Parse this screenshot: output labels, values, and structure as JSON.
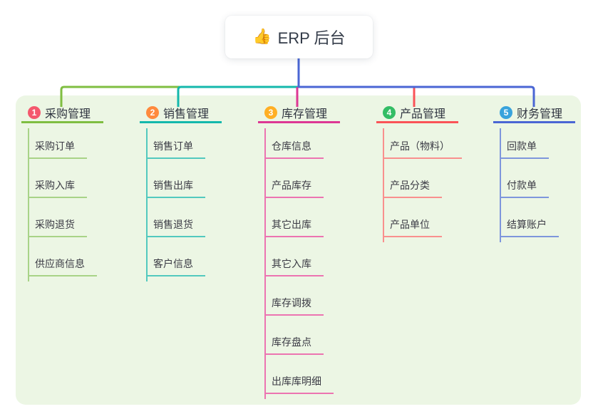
{
  "root": {
    "emoji": "👍",
    "label": "ERP 后台"
  },
  "colors": {
    "panel_background": "#ecf6e4",
    "root_connector": "#4a66d4",
    "text_dark": "#2f3440"
  },
  "branches": [
    {
      "number": "1",
      "label": "采购管理",
      "line_color": "#7fbe41",
      "badge_color": "#f4586d",
      "child_line_color": "#a8d387",
      "children": [
        "采购订单",
        "采购入库",
        "采购退货",
        "供应商信息"
      ]
    },
    {
      "number": "2",
      "label": "销售管理",
      "line_color": "#14b8ac",
      "badge_color": "#ff8a3d",
      "child_line_color": "#52c9be",
      "children": [
        "销售订单",
        "销售出库",
        "销售退货",
        "客户信息"
      ]
    },
    {
      "number": "3",
      "label": "库存管理",
      "line_color": "#dd3794",
      "badge_color": "#ffaf24",
      "child_line_color": "#ec74b1",
      "children": [
        "仓库信息",
        "产品库存",
        "其它出库",
        "其它入库",
        "库存调拨",
        "库存盘点",
        "出库库明细"
      ]
    },
    {
      "number": "4",
      "label": "产品管理",
      "line_color": "#fa5357",
      "badge_color": "#33bd65",
      "child_line_color": "#f9908e",
      "children": [
        "产品（物料）",
        "产品分类",
        "产品单位"
      ]
    },
    {
      "number": "5",
      "label": "财务管理",
      "line_color": "#4a66d4",
      "badge_color": "#38a3dc",
      "child_line_color": "#7e96dc",
      "children": [
        "回款单",
        "付款单",
        "结算账户"
      ]
    }
  ]
}
